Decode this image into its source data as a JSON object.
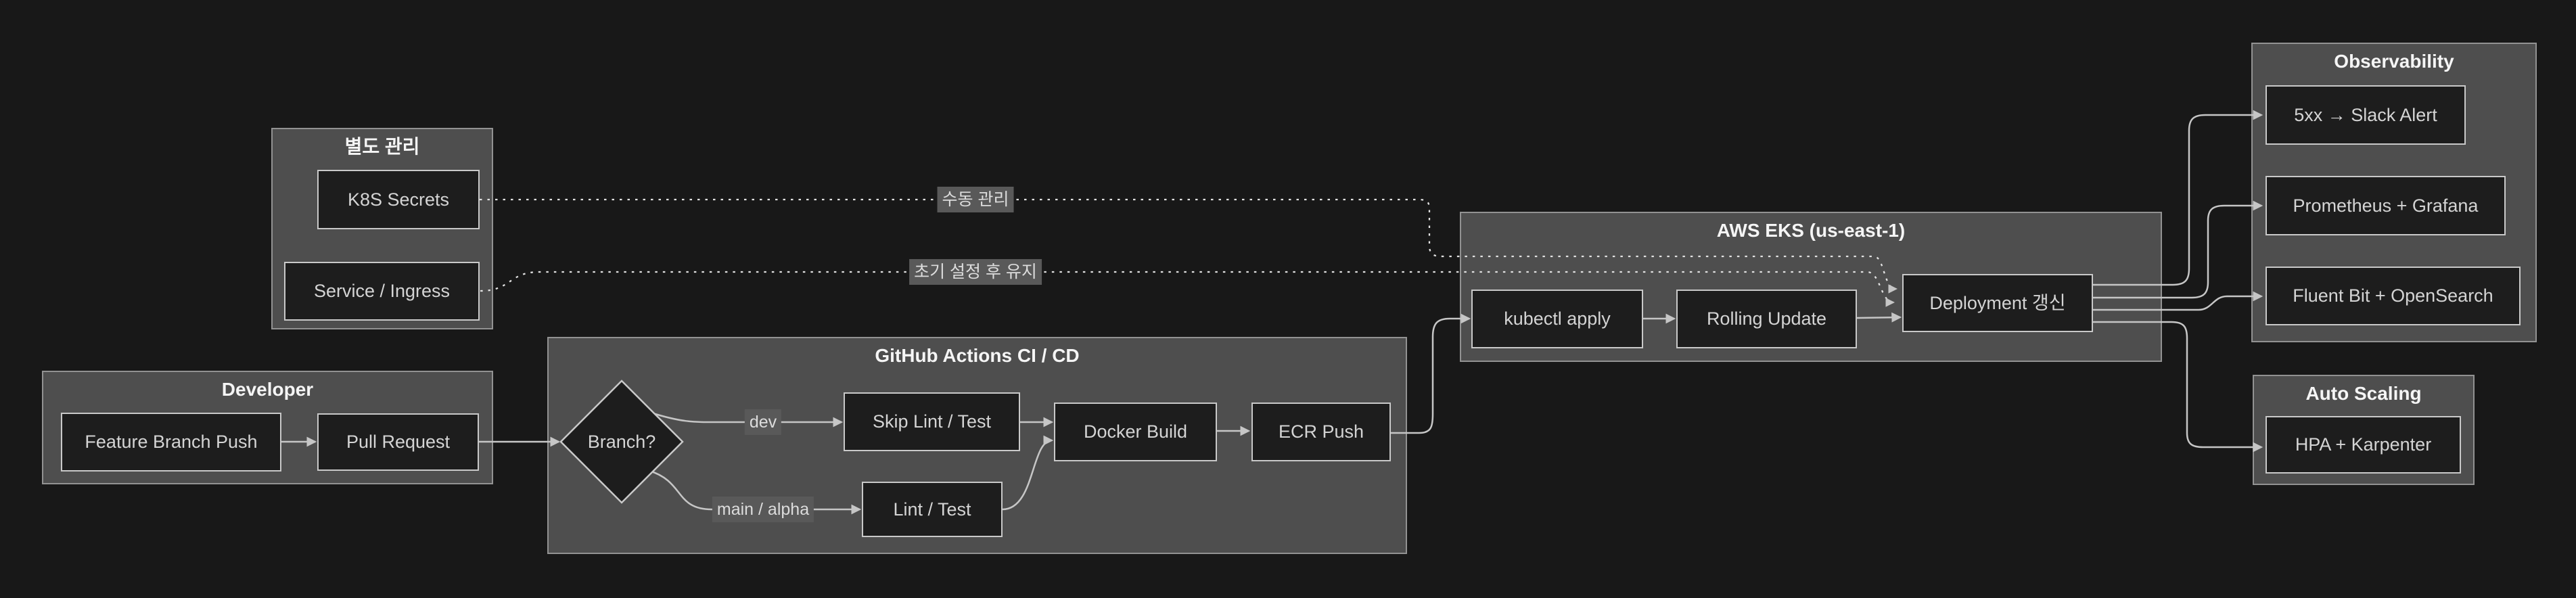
{
  "diagram": {
    "clusters": {
      "separate": {
        "title": "별도 관리"
      },
      "developer": {
        "title": "Developer"
      },
      "github_actions": {
        "title": "GitHub Actions CI / CD"
      },
      "aws_eks": {
        "title": "AWS EKS (us-east-1)"
      },
      "observability": {
        "title": "Observability"
      },
      "auto_scaling": {
        "title": "Auto Scaling"
      }
    },
    "nodes": {
      "k8s_secrets": {
        "label": "K8S Secrets"
      },
      "service_ingress": {
        "label": "Service / Ingress"
      },
      "feature_branch_push": {
        "label": "Feature Branch Push"
      },
      "pull_request": {
        "label": "Pull Request"
      },
      "branch_decision": {
        "label": "Branch?"
      },
      "skip_lint_test": {
        "label": "Skip Lint / Test"
      },
      "lint_test": {
        "label": "Lint / Test"
      },
      "docker_build": {
        "label": "Docker Build"
      },
      "ecr_push": {
        "label": "ECR Push"
      },
      "kubectl_apply": {
        "label": "kubectl apply"
      },
      "rolling_update": {
        "label": "Rolling Update"
      },
      "deployment_refresh": {
        "label": "Deployment 갱신"
      },
      "slack_alert": {
        "label": "5xx → Slack Alert"
      },
      "prometheus_grafana": {
        "label": "Prometheus + Grafana"
      },
      "fluent_bit_opensearch": {
        "label": "Fluent Bit + OpenSearch"
      },
      "hpa_karpenter": {
        "label": "HPA + Karpenter"
      }
    },
    "edge_labels": {
      "dev": "dev",
      "main_alpha": "main / alpha",
      "manual_management": "수동 관리",
      "initial_setup": "초기 설정 후 유지"
    },
    "colors": {
      "background": "#181818",
      "cluster_fill": "#4e4e4e",
      "cluster_border": "#929292",
      "node_fill": "#1d1d1d",
      "node_border": "#c9c9c9",
      "node_text": "#d4d4d4",
      "title_text": "#f5f5f5",
      "edge": "#c6c6c6",
      "edge_dotted": "#e2e2e2",
      "edge_label_bg": "#595959",
      "edge_label_text": "#dcdcdc"
    }
  }
}
